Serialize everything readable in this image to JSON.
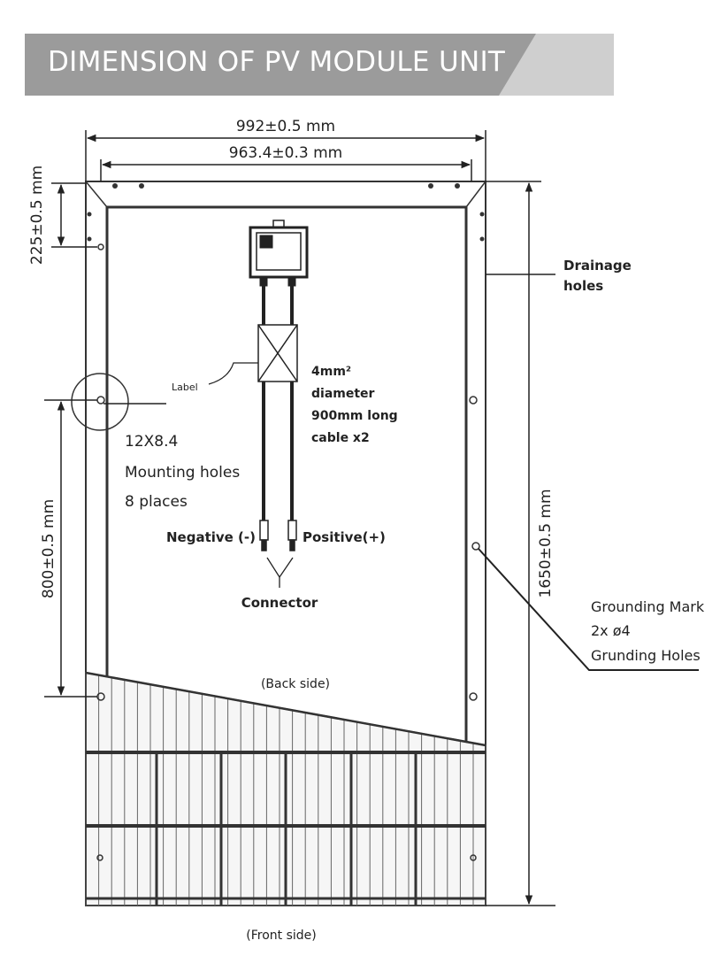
{
  "header": {
    "title": "DIMENSION OF PV MODULE UNIT",
    "bg_color": "#9b9b9b",
    "accent_color": "#cfcfcf"
  },
  "dimensions": {
    "overall_width": "992±0.5 mm",
    "inner_width": "963.4±0.3 mm",
    "top_hole_offset": "225±0.5 mm",
    "mount_hole_spacing": "800±0.5 mm",
    "overall_height": "1650±0.5 mm"
  },
  "labels": {
    "drainage_1": "Drainage",
    "drainage_2": "holes",
    "label_tag": "Label",
    "cable_1": "4mm²",
    "cable_2": "diameter",
    "cable_3": "900mm long",
    "cable_4": "cable x2",
    "mount_1": "12X8.4",
    "mount_2": "Mounting holes",
    "mount_3": "8 places",
    "negative": "Negative (-)",
    "positive": "Positive(+)",
    "connector": "Connector",
    "ground_1": "Grounding Mark",
    "ground_2": "2x ø4",
    "ground_3": "Grunding Holes",
    "back_side": "(Back side)",
    "front_side": "(Front side)"
  }
}
